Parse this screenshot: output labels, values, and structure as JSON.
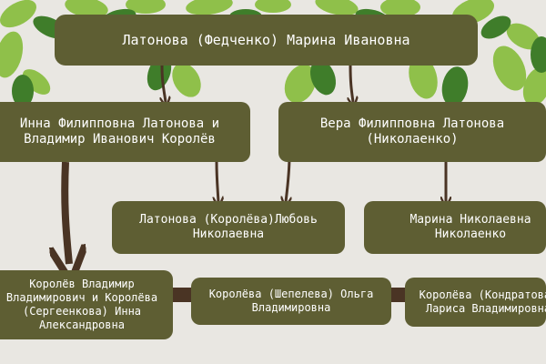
{
  "colors": {
    "background": "#e9e7e2",
    "box_fill": "#5e5e33",
    "box_text": "#ffffff",
    "connector": "#4a3424",
    "leaf_light": "#8fc04a",
    "leaf_dark": "#3f7d2a"
  },
  "nodes": {
    "root": "Латонова (Федченко) Марина Ивановна",
    "left_couple_line1": "Инна Филипповна Латонова и",
    "left_couple_line2": "Владимир Иванович Королёв",
    "right_child_line1": "Вера Филипповна Латонова",
    "right_child_line2": "(Николаенко)",
    "lyubov_line1": "Латонова (Королёва)Любовь",
    "lyubov_line2": "Николаевна",
    "marina_line1": "Марина Николаевна",
    "marina_line2": "Николаенко",
    "vladimir_line1": "Королёв Владимир",
    "vladimir_line2": "Владимирович и Королёва",
    "vladimir_line3": "(Сергеенкова) Инна",
    "vladimir_line4": "Александровна",
    "olga_line1": "Королёва (Шепелева) Ольга",
    "olga_line2": "Владимировна",
    "larisa_line1": "Королёва (Кондратова)",
    "larisa_line2": "Лариса Владимировна"
  }
}
